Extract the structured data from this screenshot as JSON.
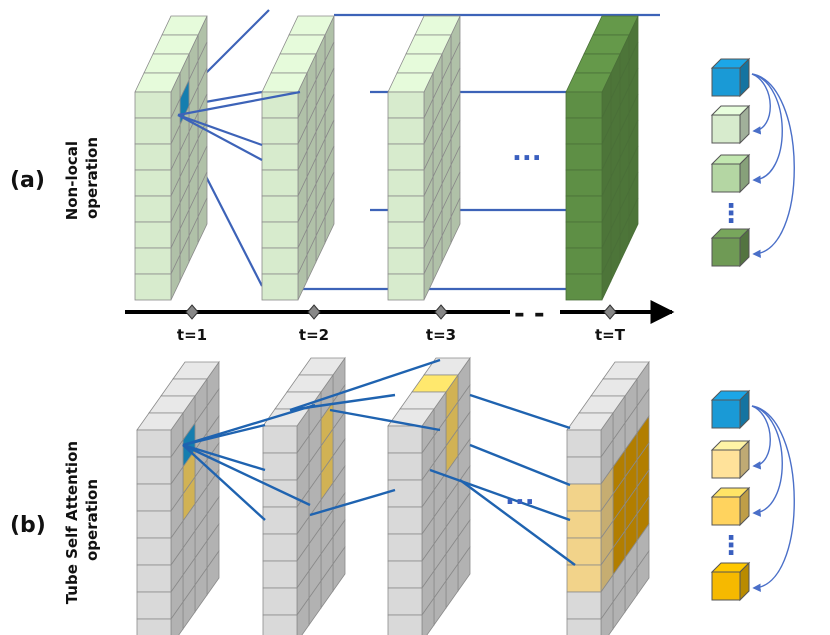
{
  "figure": {
    "panel_a": {
      "tag": "(a)",
      "title_line1": "Non-local",
      "title_line2": "operation",
      "ellipsis": "...",
      "legend_ellipsis": "⋮"
    },
    "panel_b": {
      "tag": "(b)",
      "title_line1": "Tube Self Attention",
      "title_line2": "operation",
      "ellipsis": "...",
      "legend_ellipsis": "⋮"
    },
    "timeline": {
      "ticks": [
        "t=1",
        "t=2",
        "t=3",
        "t=T"
      ],
      "ellipsis": "- -"
    },
    "colors": {
      "query": "#1a9ad6",
      "panel_a_frame": "#d7ebcd",
      "panel_a_frame_dark": "#5e8f45",
      "panel_b_frame": "#d9d9d9",
      "panel_b_highlight": "#ffd966",
      "panel_b_highlight_dark": "#d99a00",
      "connector": "#3d63b8"
    }
  }
}
